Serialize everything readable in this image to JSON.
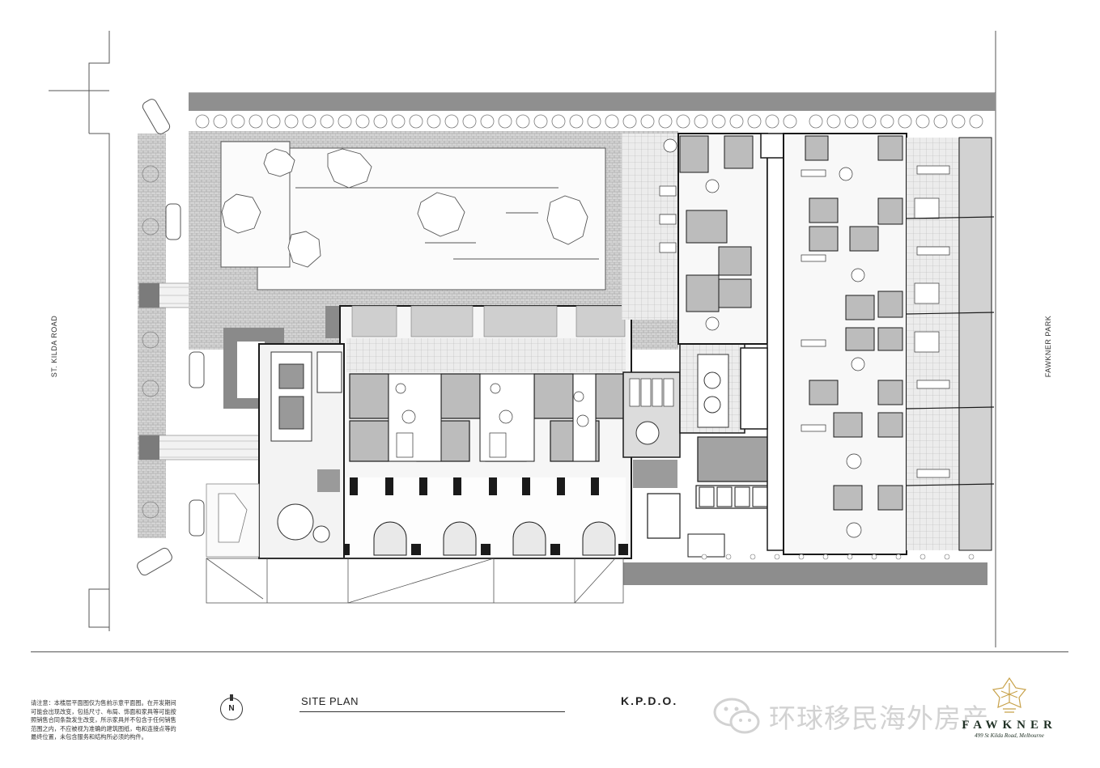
{
  "plan": {
    "street_west": "ST. KILDA ROAD",
    "street_east": "FAWKNER PARK"
  },
  "footer": {
    "disclaimer": "请注意：本楼层平面图仅为售前示意平面图。在开发期间可能会出现改变，包括尺寸、布局、饰面和家具等可能按照销售合同条款发生改变，所示家具并不包含于任何销售范围之内，不应被视为准确的建筑图纸，电和连接点等的最终位置，未包含服务和结构所必须的构件。",
    "compass": "N",
    "sheet_title": "SITE PLAN",
    "architect": "K.P.D.O.",
    "watermark": "环球移民海外房产",
    "brand_name": "FAWKNER",
    "brand_address": "499 St Kilda Road, Melbourne"
  },
  "colors": {
    "wall": "#1a1a1a",
    "landscape_grey": "#8a8a8a",
    "paving_grey": "#c8c8c8",
    "unit_grey": "#b8b8b8",
    "brand_green": "#1f3024",
    "brand_gold": "#c8a24a"
  }
}
